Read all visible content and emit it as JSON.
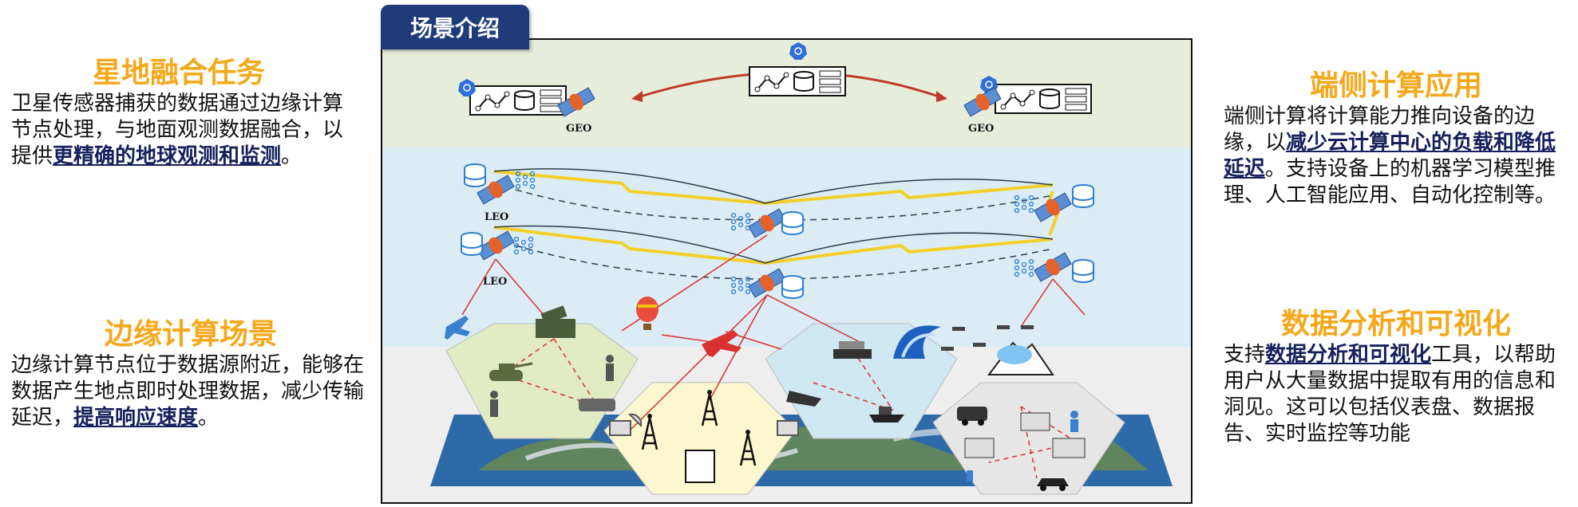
{
  "scene_tab": "场景介绍",
  "left_top": {
    "title": "星地融合任务",
    "text_plain": "卫星传感器捕获的数据通过边缘计算节点处理，与地面观测数据融合，以提供",
    "text_bold": "更精确的地球观测和监测",
    "text_end": "。"
  },
  "left_bottom": {
    "title": "边缘计算场景",
    "text_plain": "边缘计算节点位于数据源附近，能够在数据产生地点即时处理数据，减少传输延迟，",
    "text_bold": "提高响应速度",
    "text_end": "。"
  },
  "right_top": {
    "title": "端侧计算应用",
    "text_plain": "端侧计算将计算能力推向设备的边缘，以",
    "text_bold": "减少云计算中心的负载和降低延迟",
    "text_end": "。支持设备上的机器学习模型推理、人工智能应用、自动化控制等。"
  },
  "right_bottom": {
    "title": "数据分析和可视化",
    "text_start": "支持",
    "text_bold": "数据分析和可视化",
    "text_end": "工具，以帮助用户从大量数据中提取有用的信息和洞见。这可以包括仪表盘、数据报告、实时监控等功能"
  },
  "diagram": {
    "geo_left": "GEO",
    "geo_right": "GEO",
    "leo_upper": "LEO",
    "leo_lower": "LEO"
  },
  "colors": {
    "accent_title": "#f5a81b",
    "bold_text": "#16205c",
    "tab_bg": "#1f3b7a",
    "geo_band": "#e6eedb",
    "leo_band": "#dcecf4",
    "ground_band": "#eeeeee"
  }
}
